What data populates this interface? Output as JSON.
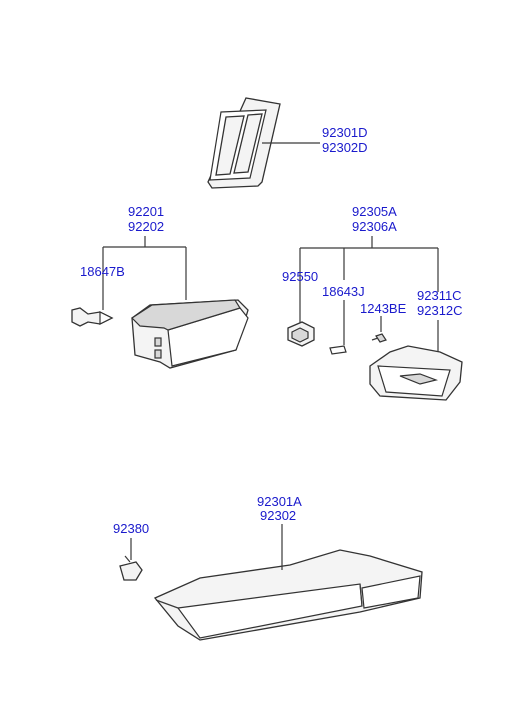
{
  "labels": {
    "side_marker_lh": "92301D",
    "side_marker_rh": "92302D",
    "fog_lamp_lh": "92201",
    "fog_lamp_rh": "92202",
    "fog_bulb": "18647B",
    "turn_lamp_lh": "92305A",
    "turn_lamp_rh": "92306A",
    "socket": "92550",
    "turn_bulb": "18643J",
    "screw": "1243BE",
    "lens_lh": "92311C",
    "lens_rh": "92312C",
    "rear_reflex_lh": "92301A",
    "rear_reflex_rh": "92302",
    "clip": "92380"
  }
}
